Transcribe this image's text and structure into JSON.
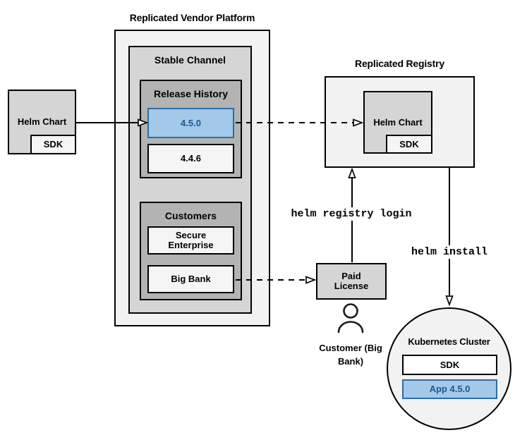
{
  "colors": {
    "release-highlight-fill": "#a4c8e8",
    "release-highlight-stroke": "#2e6da4",
    "release-highlight-text": "#1b5793"
  },
  "source_chart": {
    "label": "Helm Chart",
    "sdk": "SDK"
  },
  "vendor_platform": {
    "title": "Replicated Vendor Platform",
    "stable_channel": {
      "title": "Stable Channel",
      "release_history": {
        "title": "Release History",
        "current_release": "4.5.0",
        "previous_release": "4.4.6"
      },
      "customers": {
        "title": "Customers",
        "customer1": "Secure Enterprise",
        "customer2": "Big Bank"
      }
    }
  },
  "registry": {
    "title": "Replicated Registry",
    "helm_chart": {
      "label": "Helm Chart",
      "sdk": "SDK"
    }
  },
  "paid_license": {
    "label": "Paid License"
  },
  "customer_caption": {
    "label": "Customer (Big Bank)"
  },
  "kubernetes": {
    "title": "Kubernetes Cluster",
    "sdk": "SDK",
    "app": "App 4.5.0"
  },
  "commands": {
    "registry_login": "helm registry login",
    "install": "helm install"
  }
}
